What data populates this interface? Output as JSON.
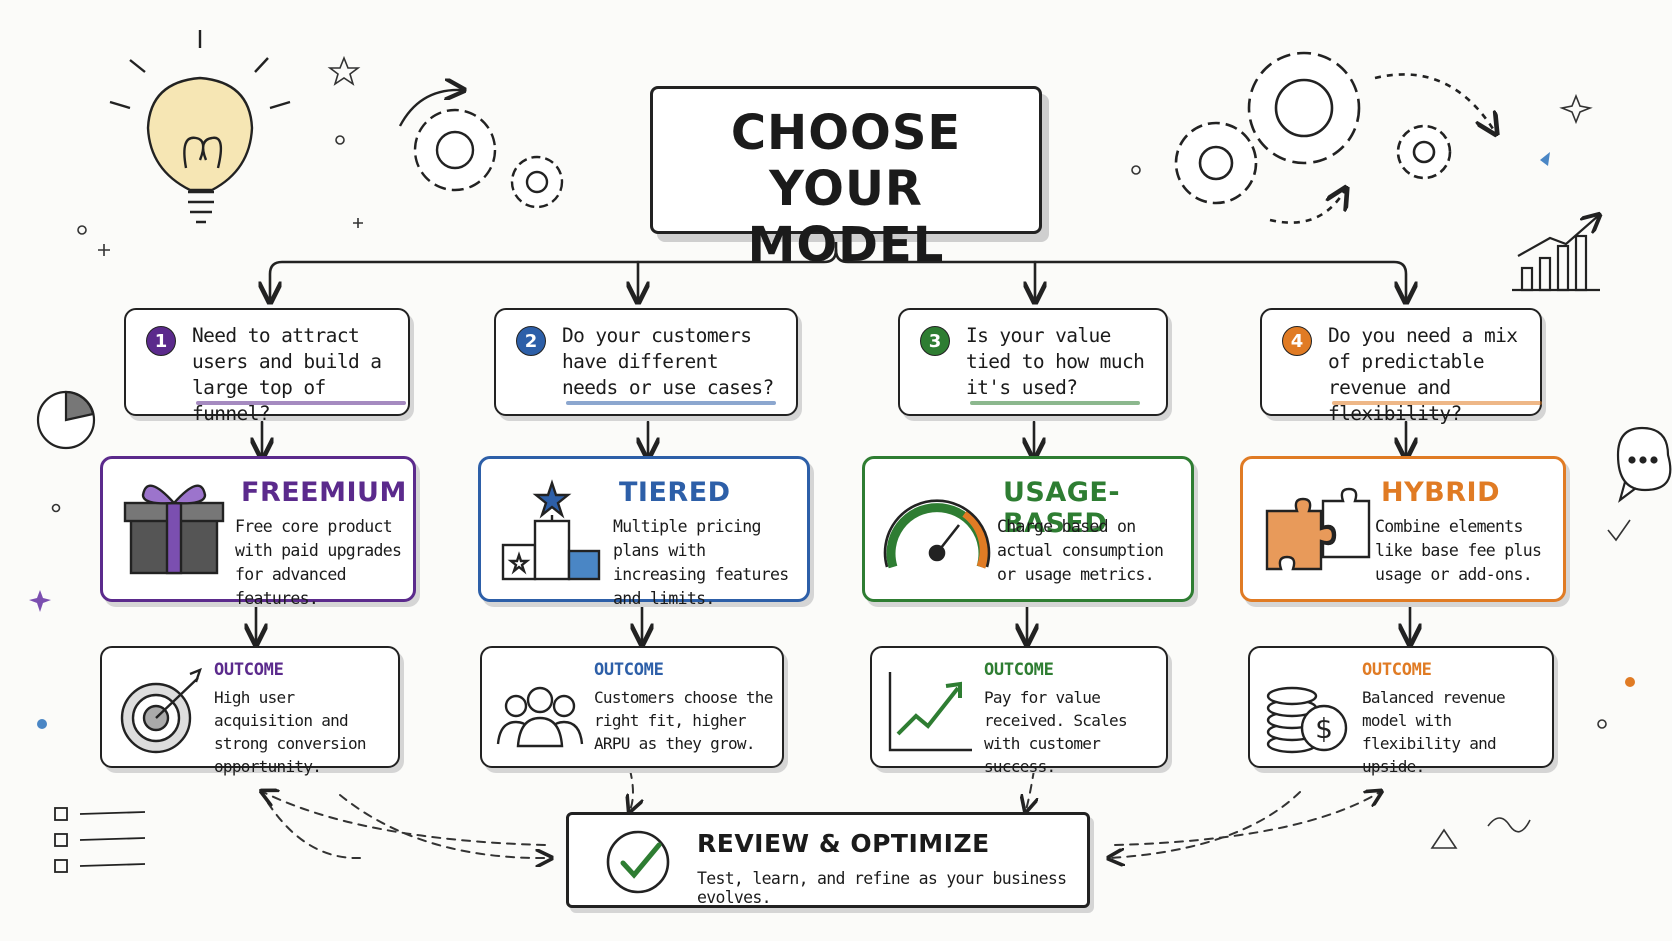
{
  "title": {
    "line1": "CHOOSE YOUR",
    "line2": "MODEL"
  },
  "questions": [
    {
      "number": "1",
      "text": "Need to attract users and build a large top of funnel?",
      "color": "#5b2a8c"
    },
    {
      "number": "2",
      "text": "Do your customers have different needs or use cases?",
      "color": "#2d5fa8"
    },
    {
      "number": "3",
      "text": "Is your value tied to how much it's used?",
      "color": "#2e7d32"
    },
    {
      "number": "4",
      "text": "Do you need a mix of predictable revenue and flexibility?",
      "color": "#e07b24"
    }
  ],
  "models": [
    {
      "name": "FREEMIUM",
      "description": "Free core product with paid upgrades for advanced features.",
      "color": "#5b2a8c",
      "icon": "gift-icon"
    },
    {
      "name": "TIERED",
      "description": "Multiple pricing plans with increasing features and limits.",
      "color": "#2d5fa8",
      "icon": "podium-icon"
    },
    {
      "name": "USAGE-BASED",
      "description": "Charge based on actual consumption or usage metrics.",
      "color": "#2e7d32",
      "icon": "gauge-icon"
    },
    {
      "name": "HYBRID",
      "description": "Combine elements like base fee plus usage or add-ons.",
      "color": "#e07b24",
      "icon": "puzzle-icon"
    }
  ],
  "outcomes": [
    {
      "label": "OUTCOME",
      "text": "High user acquisition and strong conversion opportunity.",
      "icon": "target-icon"
    },
    {
      "label": "OUTCOME",
      "text": "Customers choose the right fit, higher ARPU as they grow.",
      "icon": "people-icon"
    },
    {
      "label": "OUTCOME",
      "text": "Pay for value received. Scales with customer success.",
      "icon": "growth-chart-icon"
    },
    {
      "label": "OUTCOME",
      "text": "Balanced revenue model with flexibility and upside.",
      "icon": "coins-icon"
    }
  ],
  "review": {
    "title": "REVIEW & OPTIMIZE",
    "subtitle": "Test, learn, and refine as your business evolves.",
    "icon": "checkmark-icon"
  }
}
